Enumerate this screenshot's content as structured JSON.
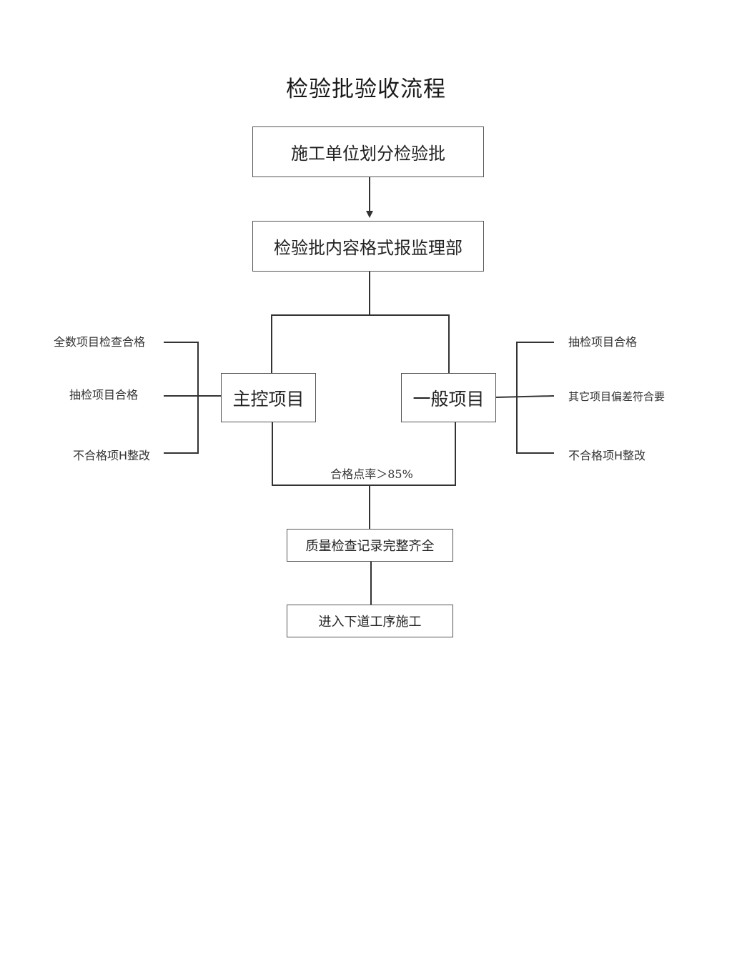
{
  "title": "检验批验收流程",
  "steps": {
    "step1": "施工单位划分检验批",
    "step2": "检验批内容格式报监理部",
    "main_control": "主控项目",
    "general": "一般项目",
    "step_record": "质量检查记录完整齐全",
    "step_next": "进入下道工序施工"
  },
  "main_control_criteria": [
    "全数项目检查合格",
    "抽检项目合格",
    "不合格项H整改"
  ],
  "general_criteria": [
    "抽检项目合格",
    "其它项目偏差符合要",
    "不合格项H整改"
  ],
  "pass_rate_label": "合格点率＞85%",
  "colors": {
    "line": "#333333",
    "box_border": "#555555",
    "text": "#222222"
  }
}
